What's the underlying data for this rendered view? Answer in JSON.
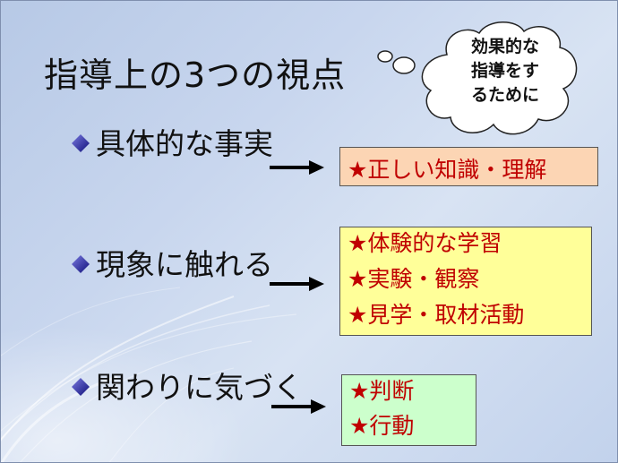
{
  "slide": {
    "title": "指導上の3つの視点",
    "bubble": {
      "lines": [
        "効果的な",
        "指導をす",
        "るために"
      ]
    },
    "items": [
      {
        "label": "具体的な事実",
        "box_lines": [
          "★正しい知識・理解"
        ]
      },
      {
        "label": "現象に触れる",
        "box_lines": [
          "★体験的な学習",
          "★実験・観察",
          "★見学・取材活動"
        ]
      },
      {
        "label": "関わりに気づく",
        "box_lines": [
          "★判断",
          "★行動"
        ]
      }
    ]
  },
  "colors": {
    "background": "#c8d6ee",
    "bullet": "#1f1fa0",
    "box_text": "#c00000",
    "box_orange": "#fcd5b4",
    "box_yellow": "#ffff99",
    "box_green": "#ccffcc"
  },
  "icons": {
    "bullet": "diamond-bullet-icon",
    "arrow": "right-arrow-icon"
  }
}
